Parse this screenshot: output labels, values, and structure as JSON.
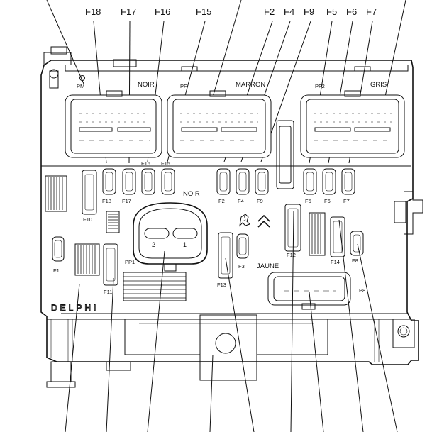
{
  "top_labels": [
    {
      "id": "F18",
      "text": "F18"
    },
    {
      "id": "F17",
      "text": "F17"
    },
    {
      "id": "F16",
      "text": "F16"
    },
    {
      "id": "F15",
      "text": "F15"
    },
    {
      "id": "F2",
      "text": "F2"
    },
    {
      "id": "F4",
      "text": "F4"
    },
    {
      "id": "F9",
      "text": "F9"
    },
    {
      "id": "F5",
      "text": "F5"
    },
    {
      "id": "F6",
      "text": "F6"
    },
    {
      "id": "F7",
      "text": "F7"
    }
  ],
  "zones": {
    "noir_top": "NOIR",
    "marron": "MARRON",
    "gris": "GRIS",
    "noir_mid": "NOIR",
    "jaune": "JAUNE"
  },
  "connectors": {
    "pm": "PM",
    "pf": "PF",
    "pf2": "PF2",
    "pp1": "PP1",
    "p8": "P8"
  },
  "fuse_labels": {
    "F18": "F18",
    "F17": "F17",
    "F16": "F16",
    "F15": "F15",
    "F2": "F2",
    "F4": "F4",
    "F9": "F9",
    "F5": "F5",
    "F6": "F6",
    "F7": "F7",
    "F10": "F10",
    "F1": "F1",
    "F11": "F11",
    "F12": "F12",
    "F13": "F13",
    "F3": "F3",
    "F14": "F14",
    "F8": "F8"
  },
  "relay_pins": {
    "pin2": "2",
    "pin1": "1"
  },
  "brand": "DELPHI"
}
